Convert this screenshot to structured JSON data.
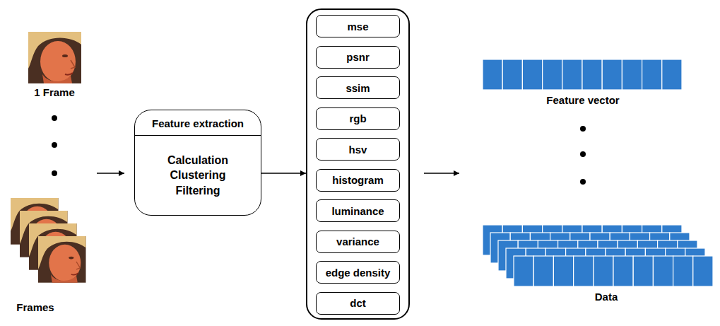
{
  "diagram": {
    "nodes": [
      {
        "text": [
          "Feature extraction",
          "Calculation Clustering Filtering"
        ]
      },
      {
        "text": []
      },
      {
        "text": [
          "mse"
        ],
        "in": 1
      },
      {
        "text": [
          "psnr"
        ],
        "in": 1
      },
      {
        "text": [
          "ssim"
        ],
        "in": 1
      },
      {
        "text": [
          "rgb"
        ],
        "in": 1
      },
      {
        "text": [
          "hsv"
        ],
        "in": 1
      },
      {
        "text": [
          "histogram"
        ],
        "in": 1
      },
      {
        "text": [
          "luminance"
        ],
        "in": 1
      },
      {
        "text": [
          "variance"
        ],
        "in": 1
      },
      {
        "text": [
          "edge density"
        ],
        "in": 1
      },
      {
        "text": [
          "dct"
        ],
        "in": 1
      }
    ],
    "edges": [
      {
        "from": 0,
        "to": 1,
        "arrow": "to"
      }
    ],
    "labels": [
      "1 Frame",
      "Frames",
      "Feature vector",
      "Data"
    ]
  }
}
